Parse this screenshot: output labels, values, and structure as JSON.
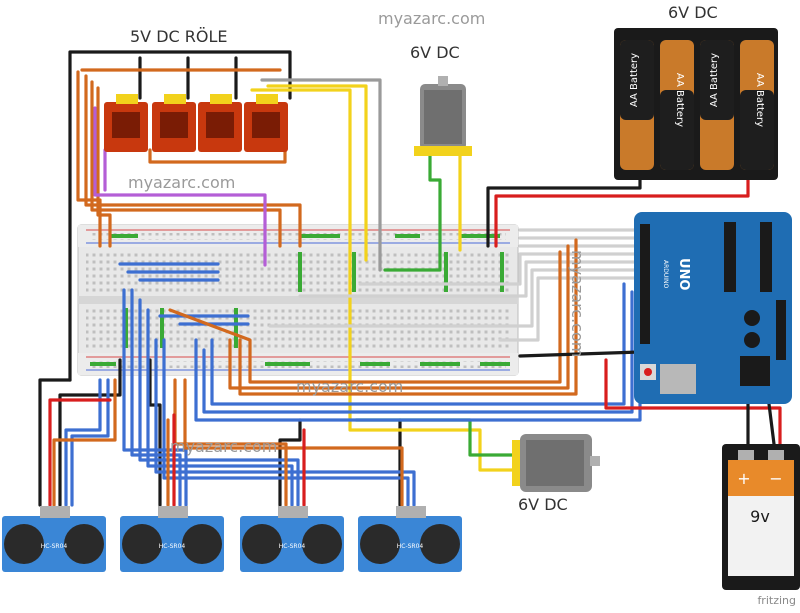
{
  "labels": {
    "relay_title": "5V DC RÖLE",
    "watermark_top": "myazarc.com",
    "motor_top_label": "6V DC",
    "battery_pack_label": "6V DC",
    "watermark_mid": "myazarc.com",
    "watermark_center": "myazarc.com",
    "watermark_lower": "myazarc.com",
    "watermark_arduino": "myazarc.com",
    "motor_right_label": "6V DC",
    "battery_9v_label": "9v",
    "battery_plus": "+",
    "battery_minus": "−",
    "aa_cell_label": "AA Battery",
    "arduino_brand": "UNO",
    "arduino_sub": "ARDUINO",
    "sensor_chip_label": "HC-SR04",
    "fritzing": "fritzing"
  },
  "colors": {
    "wire_black": "#1a1a1a",
    "wire_orange": "#d2691e",
    "wire_blue": "#3d6fd1",
    "wire_yellow": "#f2d21c",
    "wire_green": "#3aaa35",
    "wire_red": "#d81e1e",
    "wire_purple": "#b45ed6",
    "wire_white": "#d8d8d8",
    "wire_gray": "#9a9a9a",
    "arduino_board": "#1f6db3",
    "sensor_board": "#3a86d6",
    "relay_body": "#c8380e"
  }
}
